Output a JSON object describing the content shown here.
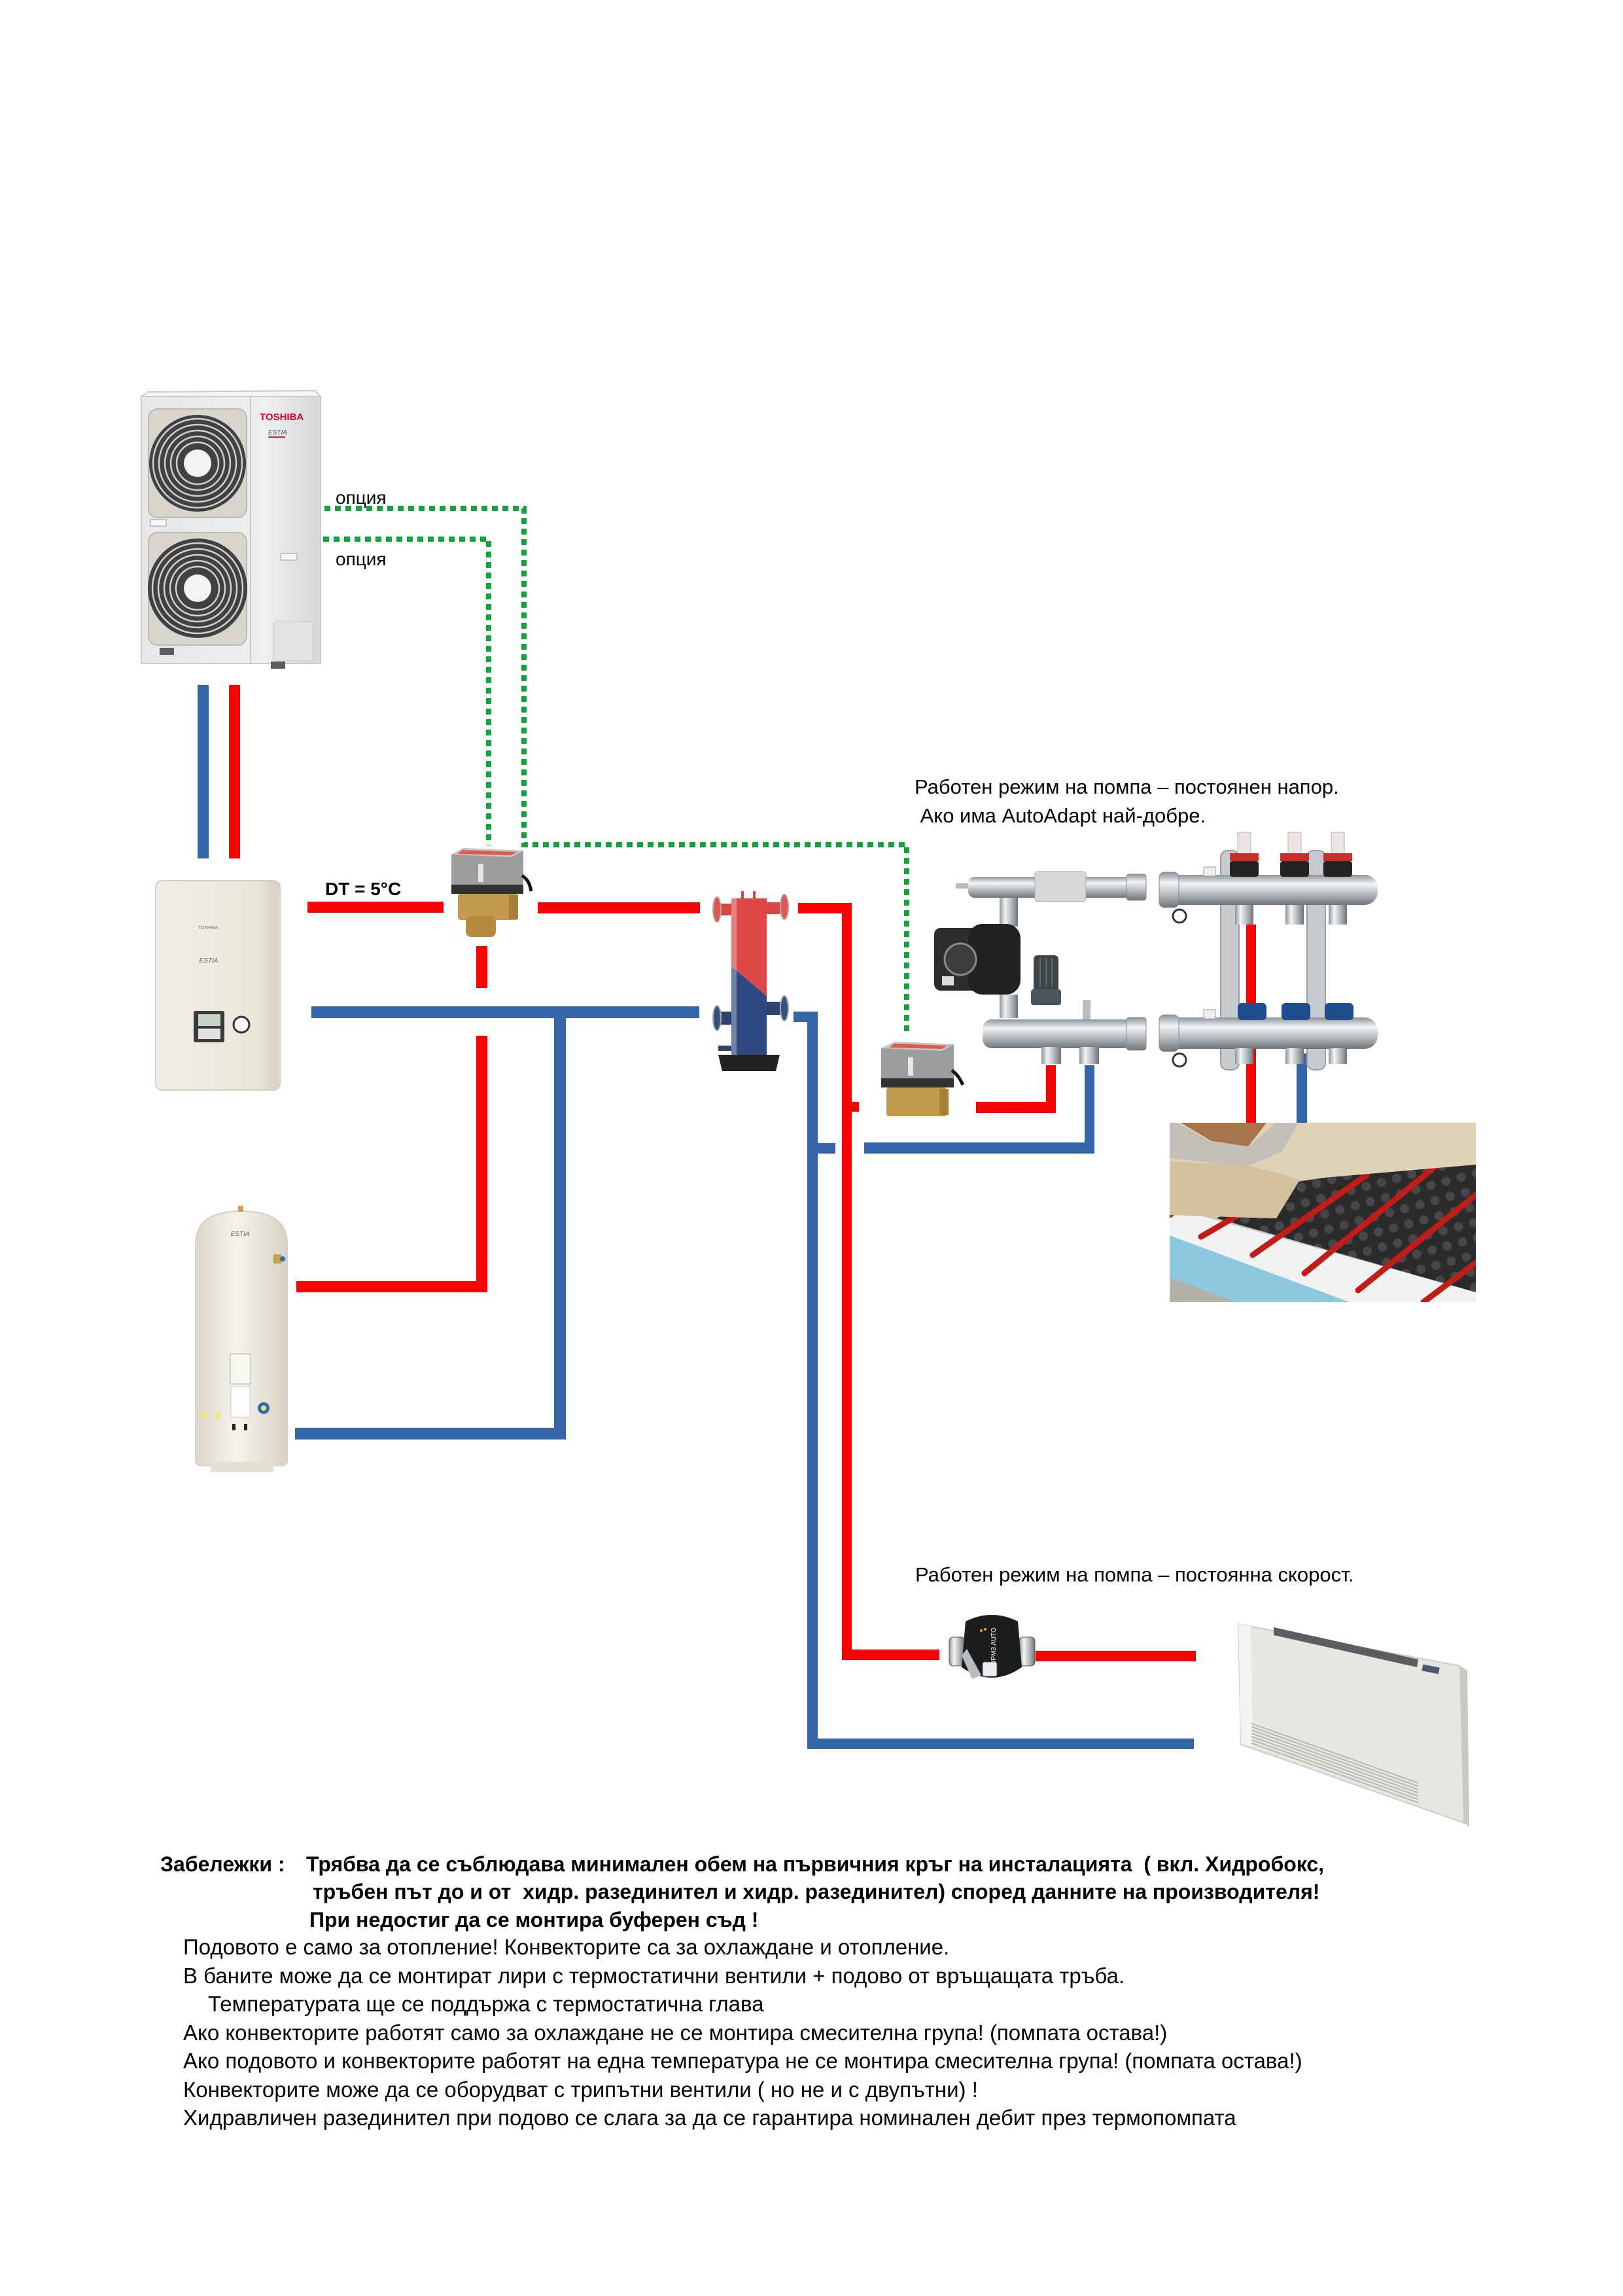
{
  "colors": {
    "supply_pipe": "#ff0000",
    "return_pipe": "#3465a8",
    "control_line": "#13a538"
  },
  "labels": {
    "option_upper": "опция",
    "option_lower": "опция",
    "delta_t": "DT = 5°C",
    "floor_pump_mode": [
      "Работен режим на помпа – постоянен напор.",
      " Ако има AutoAdapt най-добре."
    ],
    "convector_pump_mode": "Работен режим на помпа – постоянна скорост."
  },
  "devices": {
    "outdoor_unit": {
      "brand": "TOSHIBA",
      "series": "ESTIA"
    },
    "hydrobox": {
      "brand": "TOSHIBA",
      "series": "ESTIA"
    },
    "dhw_tank": {
      "series": "ESTIA"
    },
    "convector_pump": {
      "model": "UPM3 AUTO"
    }
  },
  "notes": {
    "heading": "Забележки :",
    "important": [
      "Трябва да се съблюдава минимален обем на първичния кръг на инсталацията  ( вкл. Хидробокс,",
      "тръбен път до и от  хидр. разединител и хидр. разединител) според данните на производителя!",
      "При недостиг да се монтира буферен съд !"
    ],
    "items": [
      "Подовото е само за отопление! Конвекторите са за охлаждане и отопление.",
      "В баните може да се монтират лири с термостатични вентили + подово от връщащата тръба.",
      "Температурата ще се поддържа с термостатична глава",
      "Ако конвекторите работят само за охлаждане не се монтира смесителна група! (помпата остава!)",
      "Ако подовото и конвекторите работят на една температура не се монтира смесителна група! (помпата остава!)",
      "Конвекторите може да се оборудват с трипътни вентили ( но не и с двупътни) !",
      "Хидравличен разединител при подово се слага за да се гарантира номинален дебит през термопомпата"
    ]
  }
}
